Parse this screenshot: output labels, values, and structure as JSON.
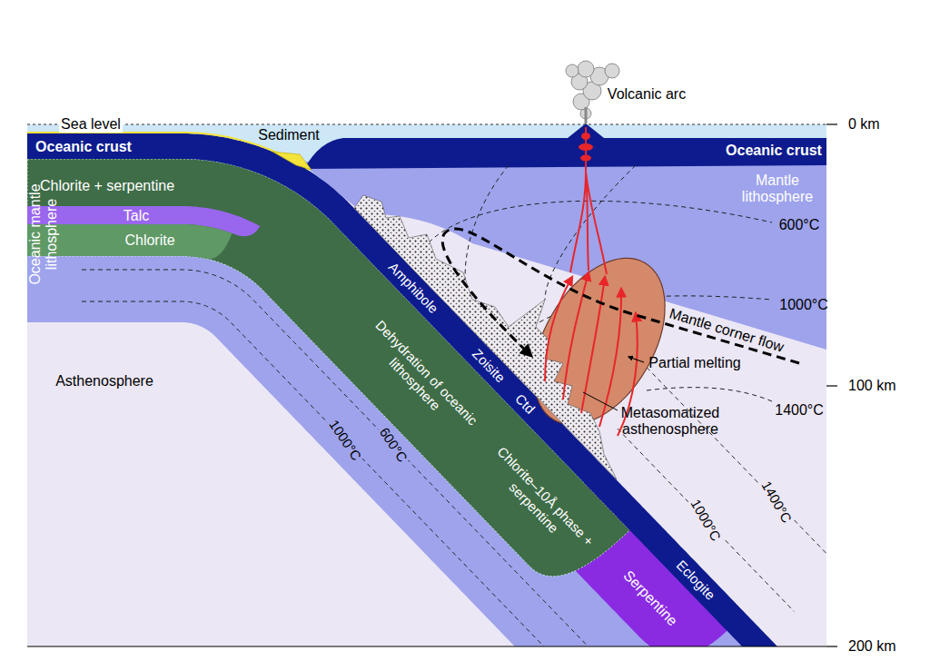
{
  "diagram": {
    "labels": [
      "Volcanic arc",
      "Sea level",
      "0 km",
      "Sediment",
      "Oceanic crust",
      "Oceanic crust",
      "Chlorite + serpentine",
      "Mantle lithosphere",
      "Oceanic mantle lithosphere",
      "Talc",
      "Chlorite",
      "600°C",
      "Amphibole",
      "1000°C",
      "Mantle corner flow",
      "Dehydration of oceanic lithosphere",
      "Partial melting",
      "Zoisite",
      "Ctd",
      "Chlorite–10Å phase + serpentine",
      "Asthenosphere",
      "1400°C",
      "100 km",
      "Metasomatized asthenosphere",
      "600°C",
      "1000°C",
      "1000°C",
      "1400°C",
      "Eclogite",
      "Serpentine",
      "200 km"
    ]
  }
}
